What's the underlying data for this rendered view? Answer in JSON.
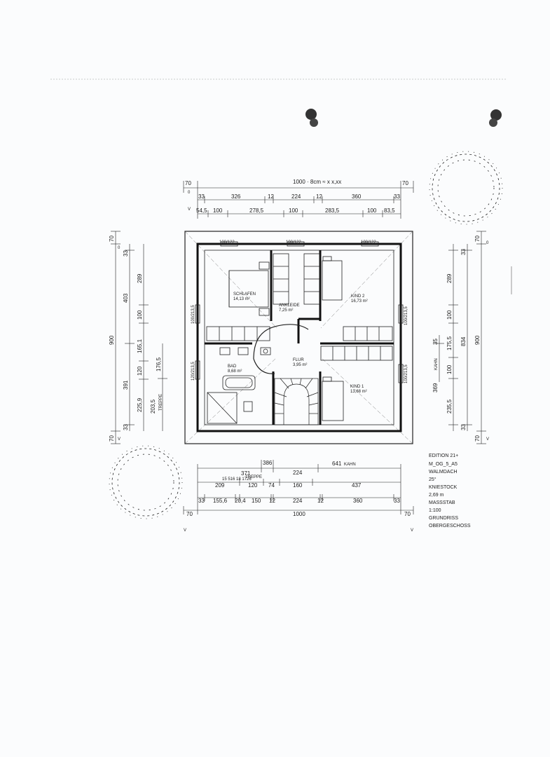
{
  "drawing": {
    "top_handwritten": "1000 · 8cm ≈ x x,xx",
    "dims_top_row1": [
      "70",
      "70"
    ],
    "dims_top_row2": [
      "33",
      "326",
      "12",
      "224",
      "12",
      "360",
      "33"
    ],
    "dims_top_row3": [
      "54,5",
      "100",
      "278,5",
      "100",
      "283,5",
      "100",
      "83,5"
    ],
    "dims_bottom_row1": [
      "371",
      "TREPPE",
      "386",
      "224",
      "641",
      "KAHN"
    ],
    "dims_bottom_treppe_sub": "15 516 18 1726",
    "dims_bottom_row2": [
      "209",
      "120",
      "74",
      "160",
      "437"
    ],
    "dims_bottom_row3": [
      "33",
      "155,6",
      "20,4",
      "150",
      "12",
      "224",
      "12",
      "360",
      "33"
    ],
    "dims_bottom_row4": [
      "70",
      "1000",
      "70"
    ],
    "dims_left_outer": [
      "70",
      "900",
      "70"
    ],
    "dims_left_mid": [
      "33",
      "403",
      "391",
      "33"
    ],
    "dims_left_inner": [
      "289",
      "100",
      "165,1",
      "120",
      "225,9"
    ],
    "dims_left_stair": [
      "176,5",
      "203,5",
      "TREPPE"
    ],
    "dims_right_outer": [
      "70",
      "900",
      "70"
    ],
    "dims_right_mid": [
      "834"
    ],
    "dims_right_inner": [
      "33",
      "289",
      "100",
      "175,5",
      "100",
      "235,5",
      "33"
    ],
    "dims_right_extra": [
      "35",
      "KAHN",
      "369"
    ],
    "o_marks": [
      "0",
      "V"
    ],
    "windows": [
      "100/122",
      "100/122",
      "100/122",
      "100/213,5",
      "100/213,5",
      "120/213,5",
      "100/213,5"
    ],
    "rooms": [
      {
        "name": "SCHLAFEN",
        "area": "14,13 m²"
      },
      {
        "name": "ANKLEIDE",
        "area": "7,25 m²"
      },
      {
        "name": "KIND 2",
        "area": "16,73 m²"
      },
      {
        "name": "FLUR",
        "area": "3,95 m²"
      },
      {
        "name": "BAD",
        "area": "8,68 m²"
      },
      {
        "name": "KIND 1",
        "area": "13,68 m²"
      }
    ]
  },
  "legend": {
    "lines": [
      "EDITION 21+",
      "M_OG_5_A5",
      "WALMDACH",
      "25°",
      "KNIESTOCK",
      "2,69 m",
      "MASSSTAB",
      "1:100",
      "GRUNDRISS",
      "OBERGESCHOSS"
    ]
  }
}
